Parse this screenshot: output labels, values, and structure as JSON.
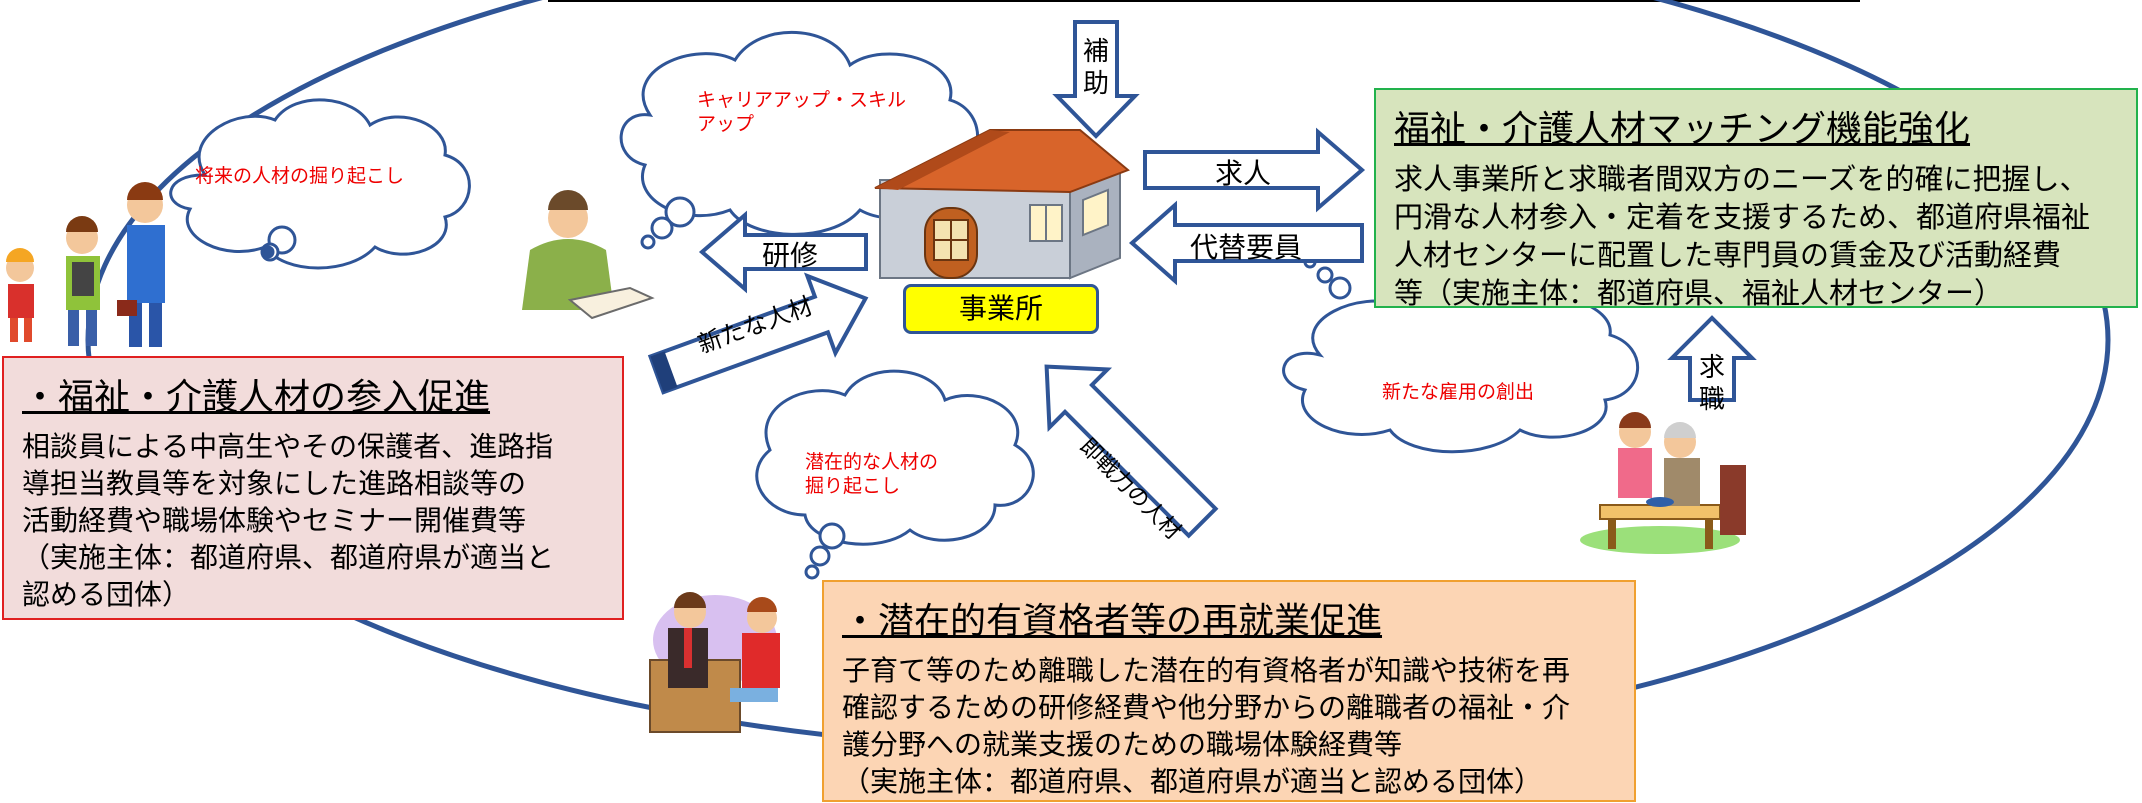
{
  "office_label": "事業所",
  "subsidy_label": "補助",
  "arrows": {
    "training": "研修",
    "new_talent": "新たな人材",
    "job_offer": "求人",
    "substitute": "代替要員",
    "job_seeking": "求職",
    "ready_talent": "即戦力の人材"
  },
  "thoughts": {
    "future": "将来の人材の掘り起こし",
    "career": "キャリアアップ・スキル\nアップ",
    "new_employment": "新たな雇用の創出",
    "latent": "潜在的な人材の\n掘り起こし"
  },
  "boxes": {
    "participation": {
      "title": "・福祉・介護人材の参入促進",
      "body": "相談員による中高生やその保護者、進路指\n導担当教員等を対象にした進路相談等の\n活動経費や職場体験やセミナー開催費等\n（実施主体：都道府県、都道府県が適当と\n認める団体）"
    },
    "matching": {
      "title": "福祉・介護人材マッチング機能強化",
      "body": "求人事業所と求職者間双方のニーズを的確に把握し、\n円滑な人材参入・定着を支援するため、都道府県福祉\n人材センターに配置した専門員の賃金及び活動経費\n等（実施主体：都道府県、福祉人材センター）"
    },
    "reemployment": {
      "title": "・潜在的有資格者等の再就業促進",
      "body": "子育て等のため離職した潜在的有資格者が知識や技術を再\n確認するための研修経費や他分野からの離職者の福祉・介\n護分野への就業支援のための職場体験経費等\n（実施主体：都道府県、都道府県が適当と認める団体）"
    }
  },
  "colors": {
    "ellipse": "#2f5597",
    "thought_text": "#ee0000",
    "office_badge": "#ffff00",
    "participation_bg": "#f2dcdb",
    "participation_border": "#e02020",
    "matching_bg": "#d7e4bd",
    "matching_border": "#22b24c",
    "reemployment_bg": "#fcd5b4",
    "reemployment_border": "#f0a030"
  }
}
